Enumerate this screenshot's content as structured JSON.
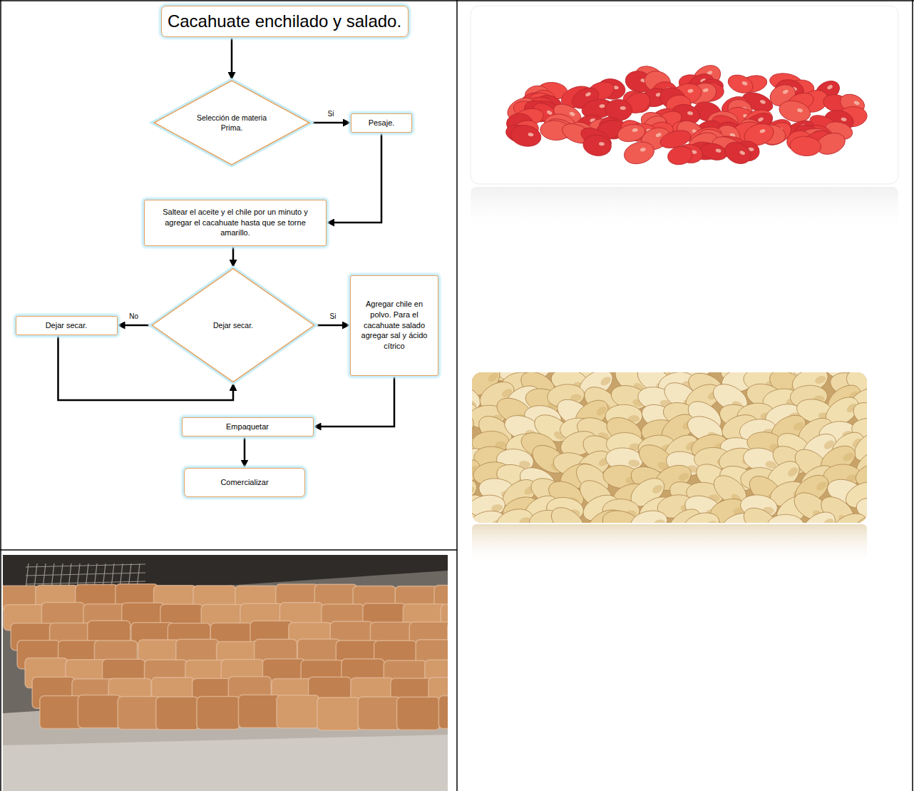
{
  "diagram": {
    "nodes": [
      {
        "text": [
          "Cacahuate enchilado y salado."
        ]
      },
      {
        "text": [
          "Selección de materia Prima."
        ]
      },
      {
        "text": [
          "Pesaje."
        ]
      },
      {
        "text": [
          "Saltear el aceite y el chile por un minuto y agregar el cacahuate hasta que se torne amarillo."
        ]
      },
      {
        "text": [
          "Dejar secar."
        ]
      },
      {
        "text": [
          "Dejar secar."
        ]
      },
      {
        "text": [
          "Agregar chile en polvo. Para el cacahuate salado agregar sal y ácido cítrico"
        ]
      },
      {
        "text": [
          "Empaquetar"
        ]
      },
      {
        "text": [
          "Comercializar"
        ]
      }
    ],
    "edges": [
      {
        "from": 0,
        "to": 1,
        "arrow": "to"
      },
      {
        "from": 1,
        "to": 2,
        "arrow": "to",
        "label": "Si"
      },
      {
        "from": 2,
        "to": 3,
        "arrow": "to"
      },
      {
        "from": 3,
        "to": 4,
        "arrow": "to"
      },
      {
        "from": 4,
        "to": 5,
        "arrow": "to",
        "label": "No"
      },
      {
        "from": 5,
        "to": 4,
        "arrow": "to"
      },
      {
        "from": 4,
        "to": 6,
        "arrow": "to",
        "label": "Si"
      },
      {
        "from": 6,
        "to": 7,
        "arrow": "to"
      },
      {
        "from": 7,
        "to": 8,
        "arrow": "to"
      }
    ]
  }
}
